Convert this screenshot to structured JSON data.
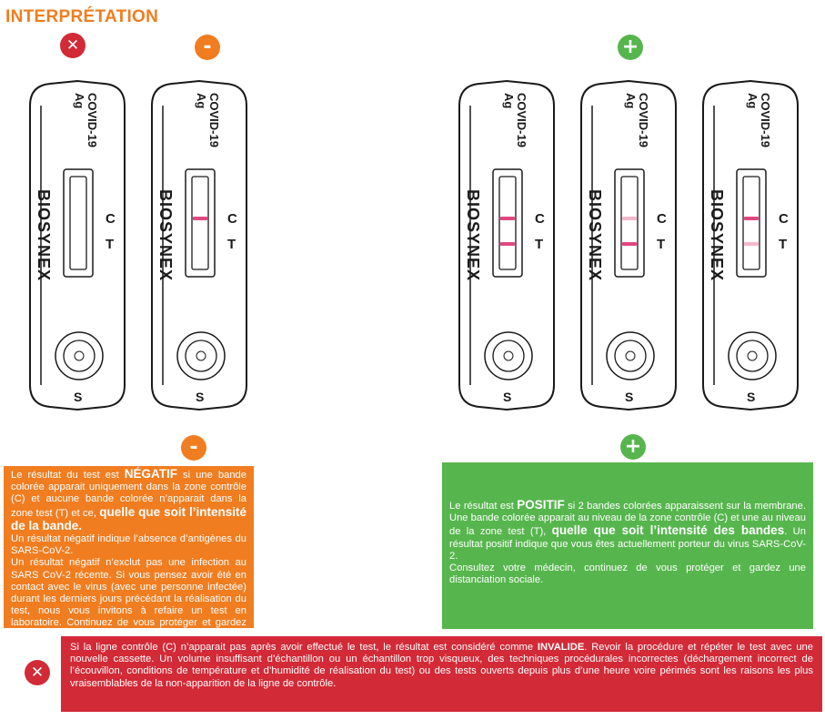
{
  "title": "INTERPRÉTATION",
  "badges": {
    "invalid": "✕",
    "negative": "-",
    "positive": "+"
  },
  "cassette": {
    "line1": "COVID-19",
    "line2": "Ag",
    "brand": "BIOSYNEX",
    "c": "C",
    "t": "T",
    "s": "S"
  },
  "bands": [
    {
      "c": "none",
      "t": "none"
    },
    {
      "c": "#e0487f",
      "t": "none"
    },
    {
      "c": "#e0487f",
      "t": "#e0487f"
    },
    {
      "c": "#f3b8cd",
      "t": "#e0487f"
    },
    {
      "c": "#e0487f",
      "t": "#f3b8cd"
    }
  ],
  "negative": {
    "p1": "Le résultat du test est ",
    "b1": "NÉGATIF",
    "p2": " si une bande colorée apparait uniquement dans la zone contrôle (C) et aucune bande colorée n’apparait dans la zone test (T) et ce, ",
    "b2": "quelle que soit l’intensité de la bande.",
    "p3": "Un résultat négatif indique l’absence d’antigènes du SARS-CoV-2.",
    "p4": "Un résultat négatif n’exclut pas une infection au SARS CoV-2 récente. Si vous pensez avoir été en contact avec le virus (avec une personne infectée) durant les derniers jours précédant la réalisation du test, nous vous invitons à refaire un test en laboratoire. Continuez de vous protéger et gardez une distanciation sociale."
  },
  "positive": {
    "p1": "Le résultat est ",
    "b1": "POSITIF",
    "p2": " si 2 bandes colorées apparaissent sur la membrane. Une bande colorée apparait au niveau de la zone contrôle (C) et une au niveau de la zone test (T), ",
    "b2": "quelle que soit l’intensité des bandes",
    "p3": ". Un résultat positif indique que vous êtes actuellement porteur du virus SARS-CoV-2.",
    "p4": "Consultez votre médecin, continuez de vous protéger et gardez une distanciation sociale."
  },
  "invalid": {
    "p1": "Si la ligne contrôle (C) n’apparait pas après avoir effectué le test, le résultat est considéré comme ",
    "b1": "INVALIDE",
    "p2": ". Revoir la procédure et répéter le test avec une nouvelle cassette. Un volume insuffisant d’échantillon ou un échantillon trop visqueux, des techniques procédurales incorrectes (déchargement incorrect de l’écouvillon, conditions de température et d’humidité de réalisation du test) ou des tests ouverts depuis plus d’une heure voire périmés sont les raisons les plus vraisemblables de la non-apparition de la ligne de contrôle."
  }
}
